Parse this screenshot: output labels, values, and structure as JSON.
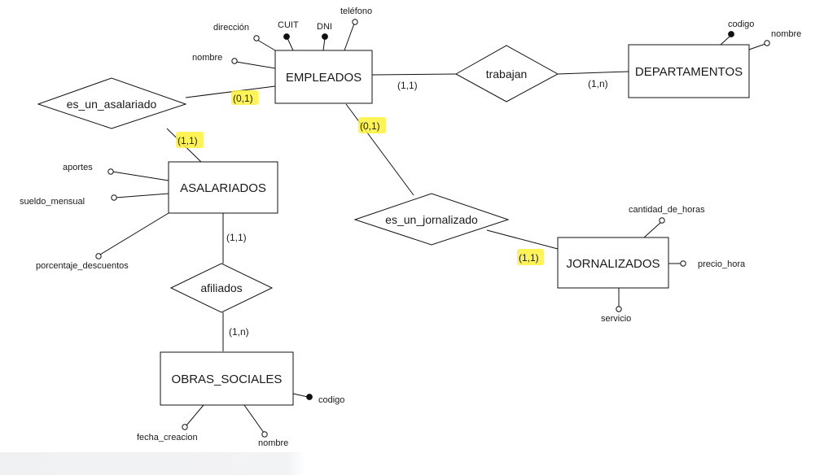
{
  "entities": {
    "empleados": "EMPLEADOS",
    "departamentos": "DEPARTAMENTOS",
    "asalariados": "ASALARIADOS",
    "jornalizados": "JORNALIZADOS",
    "obras_sociales": "OBRAS_SOCIALES"
  },
  "relationships": {
    "trabajan": "trabajan",
    "es_un_asalariado": "es_un_asalariado",
    "es_un_jornalizado": "es_un_jornalizado",
    "afiliados": "afiliados"
  },
  "attributes": {
    "empleados": {
      "direccion": "dirección",
      "cuit": "CUIT",
      "dni": "DNI",
      "telefono": "teléfono",
      "nombre": "nombre"
    },
    "departamentos": {
      "codigo": "codigo",
      "nombre": "nombre"
    },
    "asalariados": {
      "aportes": "aportes",
      "sueldo_mensual": "sueldo_mensual",
      "porcentaje_descuentos": "porcentaje_descuentos"
    },
    "jornalizados": {
      "cantidad_de_horas": "cantidad_de_horas",
      "precio_hora": "precio_hora",
      "servicio": "servicio"
    },
    "obras_sociales": {
      "codigo": "codigo",
      "fecha_creacion": "fecha_creacion",
      "nombre": "nombre"
    }
  },
  "cardinalities": {
    "empleados_trabajan": "(1,1)",
    "departamentos_trabajan": "(1,n)",
    "empleados_asalariado": "(0,1)",
    "asalariados_asalariado": "(1,1)",
    "empleados_jornalizado": "(0,1)",
    "jornalizados_jornalizado": "(1,1)",
    "asalariados_afiliados": "(1,1)",
    "obras_afiliados": "(1,n)"
  },
  "colors": {
    "highlight": "#fff23a",
    "stroke": "#111111",
    "bottom_fade": "#f0f1f3"
  }
}
